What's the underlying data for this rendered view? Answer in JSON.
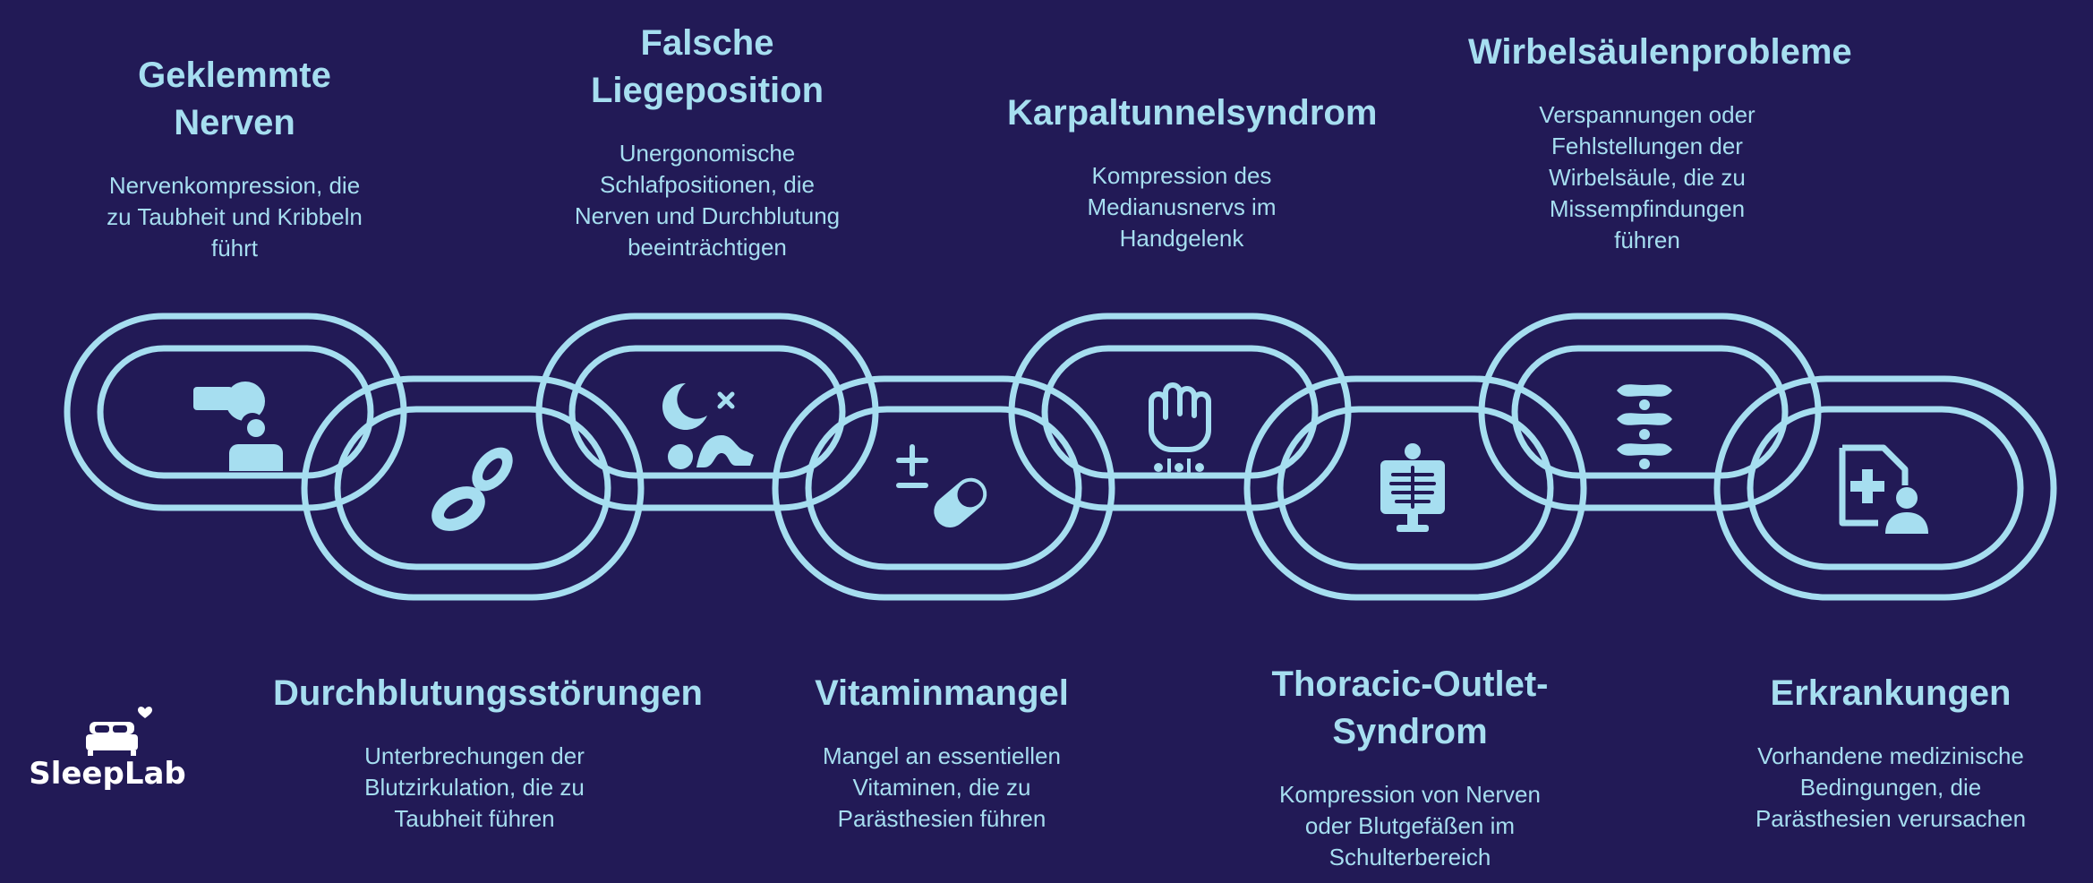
{
  "colors": {
    "background": "#221a56",
    "accent": "#a6def0",
    "logo": "#ffffff"
  },
  "logo": {
    "text": "SleepLab",
    "icon": "bed-heart-icon"
  },
  "top": [
    {
      "title": "Geklemmte\nNerven",
      "desc": "Nervenkompression, die\nzu Taubheit und Kribbeln\nführt",
      "icon": "pinched-hand-person-icon"
    },
    {
      "title": "Falsche\nLiegeposition",
      "desc": "Unergonomische\nSchlafpositionen, die\nNerven und Durchblutung\nbeeinträchtigen",
      "icon": "moon-sleep-position-icon"
    },
    {
      "title": "Karpaltunnelsyndrom",
      "desc": "Kompression des\nMedianusnervs im\nHandgelenk",
      "icon": "hand-fist-icon"
    },
    {
      "title": "Wirbelsäulenprobleme",
      "desc": "Verspannungen oder\nFehlstellungen der\nWirbelsäule, die zu\nMissempfindungen\nführen",
      "icon": "spine-icon"
    }
  ],
  "bottom": [
    {
      "title": "Durchblutungsstörungen",
      "desc": "Unterbrechungen der\nBlutzirkulation, die zu\nTaubheit führen",
      "icon": "blood-cells-icon"
    },
    {
      "title": "Vitaminmangel",
      "desc": "Mangel an essentiellen\nVitaminen, die zu\nParästhesien führen",
      "icon": "pill-plus-minus-icon"
    },
    {
      "title": "Thoracic-Outlet-\nSyndrom",
      "desc": "Kompression von Nerven\noder Blutgefäßen im\nSchulterbereich",
      "icon": "xray-chest-icon"
    },
    {
      "title": "Erkrankungen",
      "desc": "Vorhandene medizinische\nBedingungen, die\nParästhesien verursachen",
      "icon": "medical-record-icon"
    }
  ]
}
